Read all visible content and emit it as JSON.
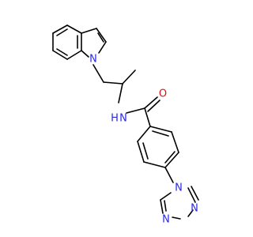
{
  "colors": {
    "bond": "#000000",
    "nitrogen": "#2a2ae0",
    "oxygen": "#e01010",
    "background": "#ffffff"
  },
  "atoms": {
    "indole_n": {
      "label": "N",
      "element": "N"
    },
    "amide_nh": {
      "label": "N",
      "h_label": "H",
      "element": "N"
    },
    "carbonyl_o": {
      "label": "O",
      "element": "O"
    },
    "triazole_n1": {
      "label": "N",
      "element": "N"
    },
    "triazole_n3": {
      "label": "N",
      "element": "N"
    },
    "triazole_n4": {
      "label": "N",
      "element": "N"
    }
  }
}
